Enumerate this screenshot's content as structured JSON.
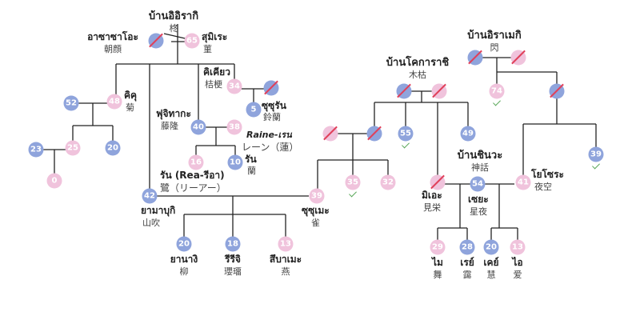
{
  "families": {
    "isiraki": {
      "name": "บ้านอิอิรากิ",
      "kanji": "柊"
    },
    "isirameki": {
      "name": "บ้านอิราเมกิ",
      "kanji": "閃"
    },
    "kokarachi": {
      "name": "บ้านโคการาชิ",
      "kanji": "木枯"
    },
    "shinwa": {
      "name": "บ้านชินวะ",
      "kanji": "神話"
    }
  },
  "people": {
    "asagao": {
      "name": "อาซาซาโอะ",
      "kanji": "朝顔"
    },
    "sumire": {
      "age": "65",
      "name": "สุมิเระ",
      "kanji": "菫"
    },
    "kiku": {
      "age": "48",
      "name": "คิคุ",
      "kanji": "菊"
    },
    "p52": {
      "age": "52"
    },
    "p23": {
      "age": "23"
    },
    "p25": {
      "age": "25"
    },
    "p20a": {
      "age": "20"
    },
    "p0": {
      "age": "0"
    },
    "kikyo": {
      "age": "34",
      "name": "คิเคียว",
      "kanji": "桔梗"
    },
    "suzuran": {
      "age": "5",
      "name": "ซุซุรัน",
      "kanji": "鈴蘭"
    },
    "fujitaka": {
      "age": "40",
      "name": "ฟุจิทากะ",
      "kanji": "藤隆"
    },
    "p38": {
      "age": "38"
    },
    "raine": {
      "roman": "Raine-เรน",
      "kana": "レーン（蓮）"
    },
    "p16": {
      "age": "16"
    },
    "ran": {
      "age": "10",
      "name": "รัน",
      "kanji": "蘭"
    },
    "rea": {
      "name": "รัน (Rea-รีอา)",
      "kana": "鷺（リーアー）"
    },
    "yamabuki": {
      "age": "42",
      "name": "ยามาบุกิ",
      "kanji": "山吹"
    },
    "suzume": {
      "age": "39",
      "name": "ซุซุเมะ",
      "kanji": "雀"
    },
    "yanagi": {
      "age": "20",
      "name": "ยานางิ",
      "kanji": "柳"
    },
    "ruri": {
      "age": "18",
      "name": "รีรีจิ",
      "kanji": "瓔璢"
    },
    "tsubame": {
      "age": "13",
      "name": "สึบาเมะ",
      "kanji": "燕"
    },
    "p74": {
      "age": "74"
    },
    "p55": {
      "age": "55"
    },
    "p49": {
      "age": "49"
    },
    "p35": {
      "age": "35"
    },
    "p32": {
      "age": "32"
    },
    "p39b": {
      "age": "39"
    },
    "mie": {
      "name": "มิเอะ",
      "kanji": "見栄"
    },
    "seiya": {
      "age": "54",
      "name": "เซยะ",
      "kanji": "星夜"
    },
    "yozora": {
      "age": "41",
      "name": "โยโซระ",
      "kanji": "夜空"
    },
    "mai": {
      "age": "29",
      "name": "ไม",
      "kanji": "舞"
    },
    "rei": {
      "age": "28",
      "name": "เรย์",
      "kanji": "靄"
    },
    "kei": {
      "age": "20",
      "name": "เคย์",
      "kanji": "慧"
    },
    "ai": {
      "age": "13",
      "name": "ไอ",
      "kanji": "爱"
    }
  },
  "colors": {
    "male": "#8fa4dc",
    "female": "#f0c3dc",
    "deceased_mark": "#e0405a",
    "alive_mark": "#5aa85a",
    "line": "#222222"
  }
}
